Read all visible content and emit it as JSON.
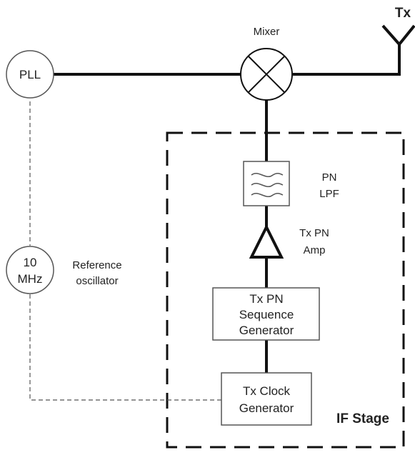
{
  "labels": {
    "tx": "Tx",
    "mixer": "Mixer",
    "pll": "PLL",
    "ref_line1": "10",
    "ref_line2": "MHz",
    "ref_osc_line1": "Reference",
    "ref_osc_line2": "oscillator",
    "pn_lpf_line1": "PN",
    "pn_lpf_line2": "LPF",
    "amp_line1": "Tx PN",
    "amp_line2": "Amp",
    "seq_gen_line1": "Tx PN",
    "seq_gen_line2": "Sequence",
    "seq_gen_line3": "Generator",
    "clock_gen_line1": "Tx Clock",
    "clock_gen_line2": "Generator",
    "if_stage": "IF Stage"
  }
}
